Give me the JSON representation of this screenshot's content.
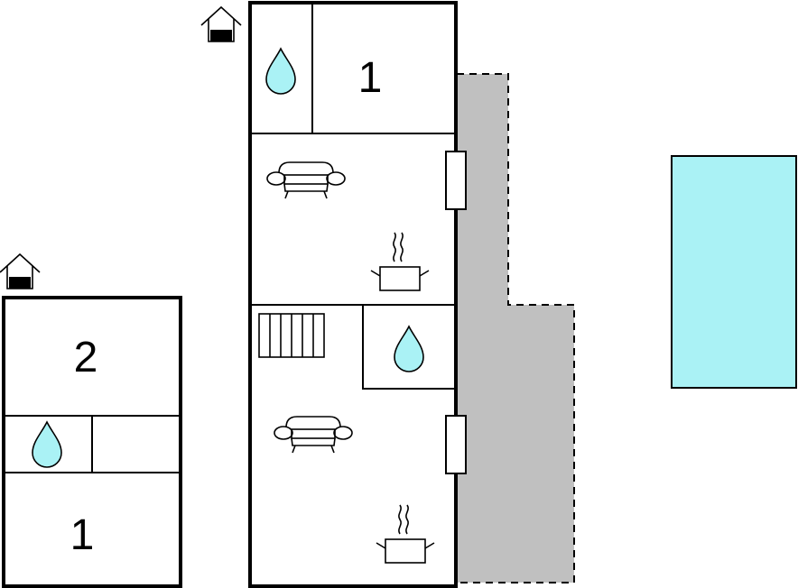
{
  "floorplan": {
    "left_building": {
      "room_upper_label": "2",
      "room_lower_label": "1"
    },
    "main_building": {
      "room_top_label": "1"
    },
    "colors": {
      "water": "#aaf2f5",
      "terrace": "#c0c0c0",
      "pool": "#aaf2f5"
    },
    "icons": [
      "house-entrance-icon",
      "bathroom-drop-icon",
      "sofa-icon",
      "kitchen-pot-icon",
      "stairs-icon",
      "door-icon"
    ]
  }
}
